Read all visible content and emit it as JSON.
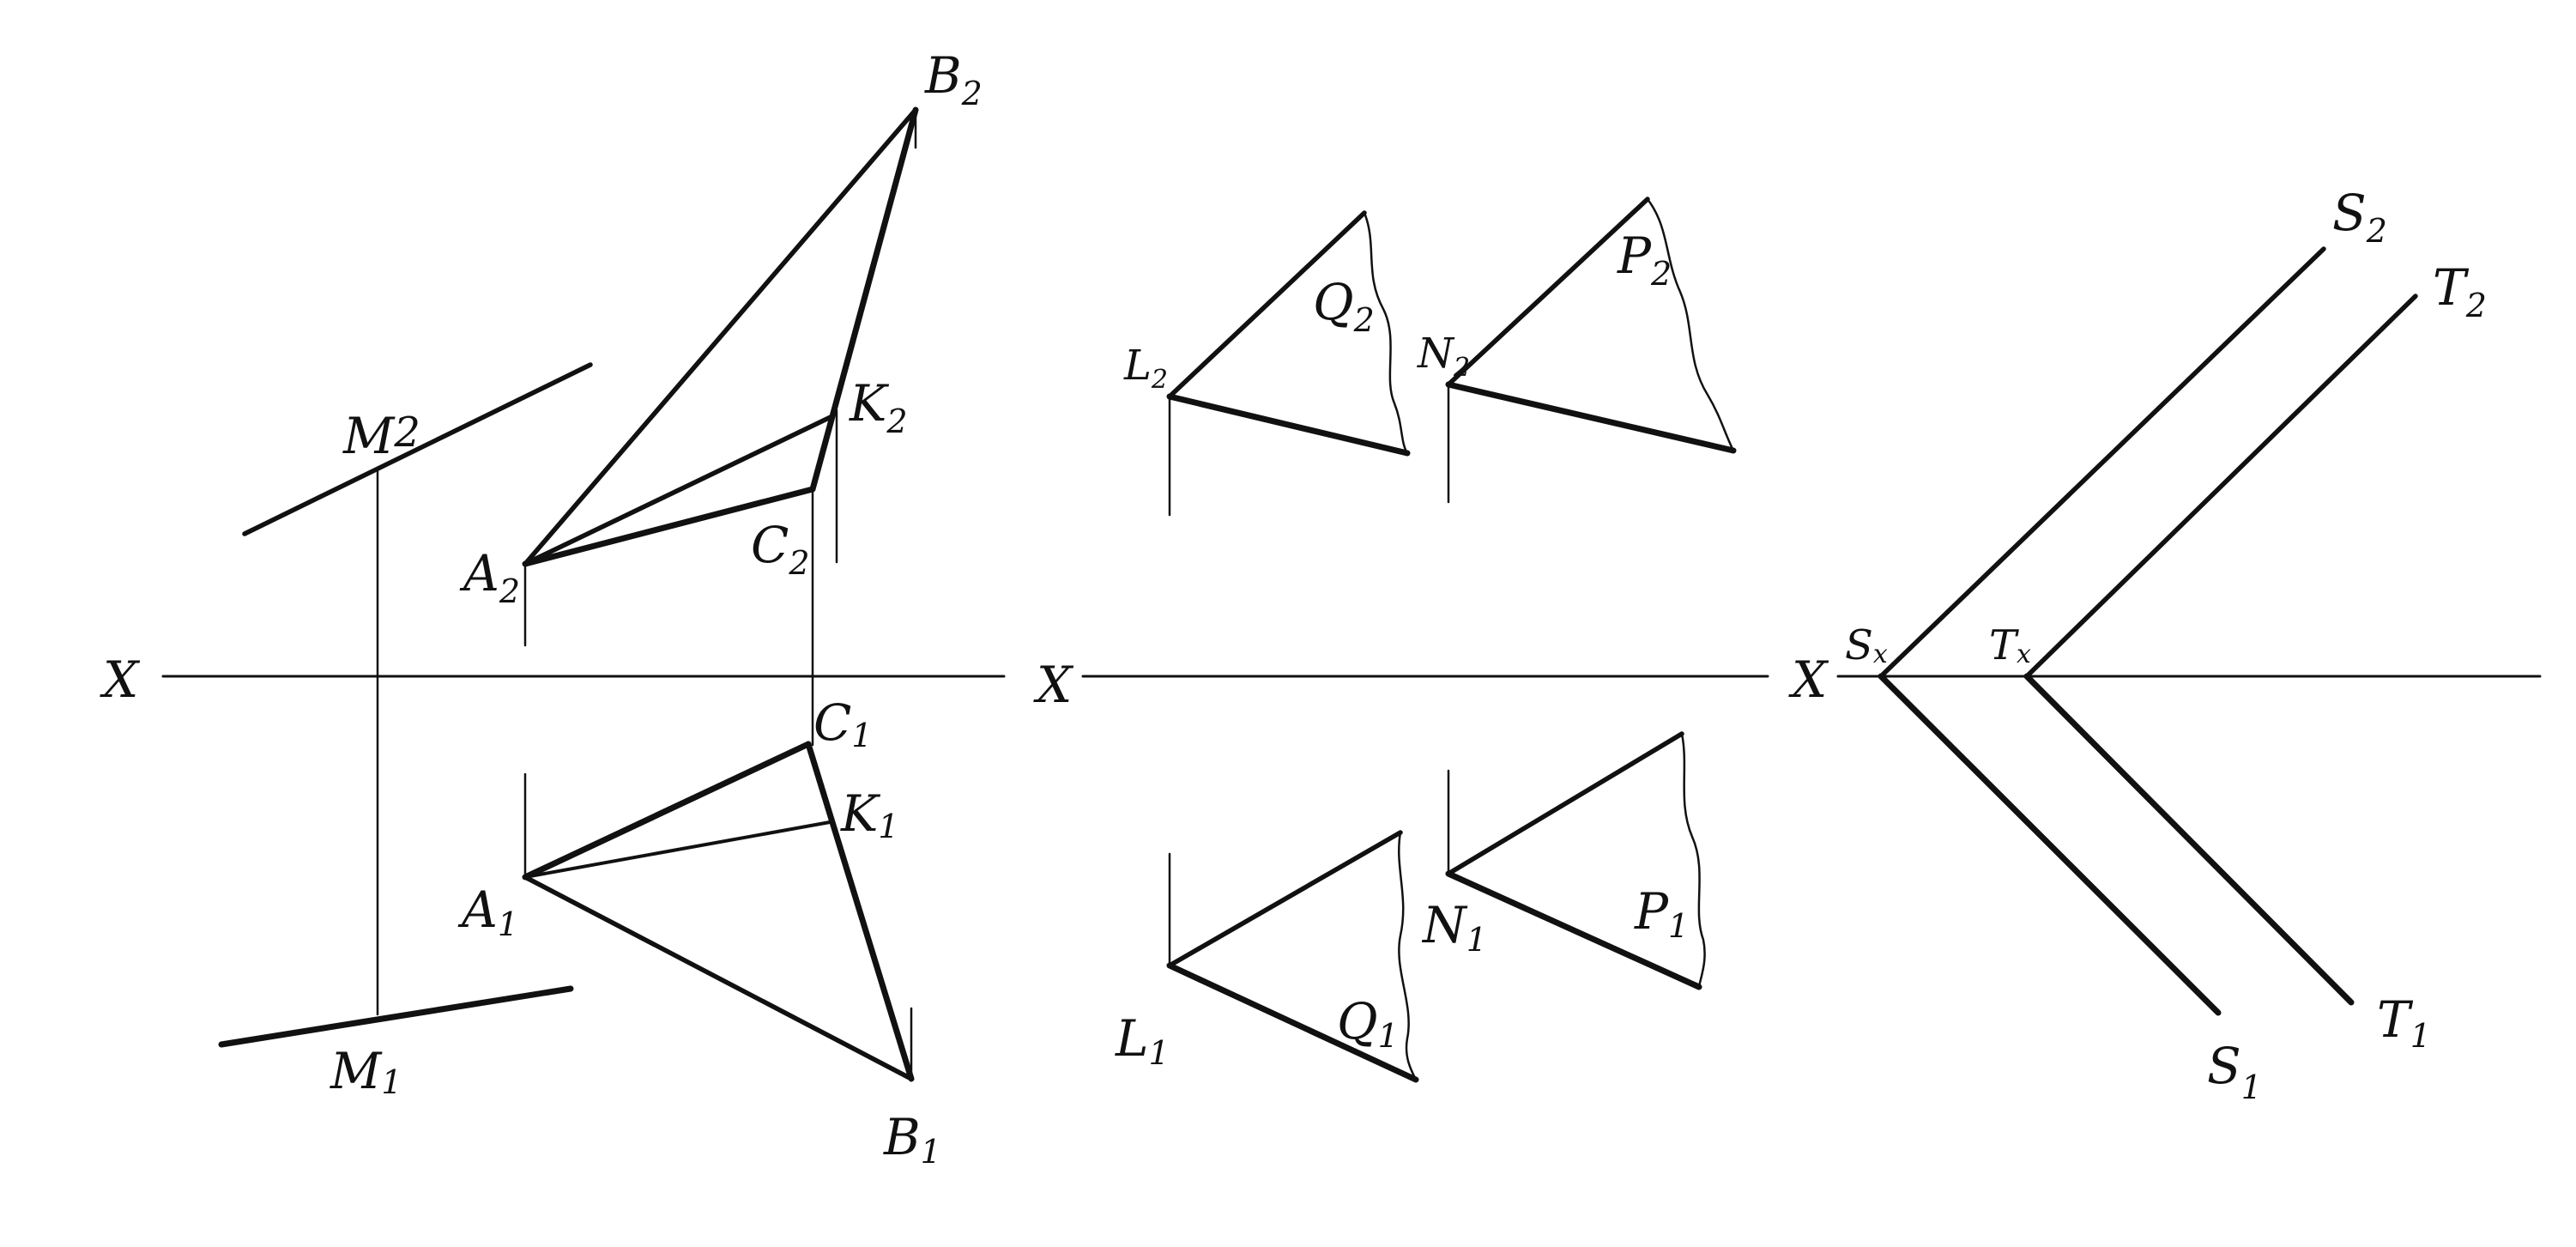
{
  "diagram_1": {
    "axis_label": "X",
    "line_m": {
      "front": {
        "letter": "M",
        "index": "2"
      },
      "top": {
        "letter": "M",
        "index": "1"
      }
    },
    "triangle": {
      "A2": {
        "letter": "A",
        "index": "2"
      },
      "B2": {
        "letter": "B",
        "index": "2"
      },
      "C2": {
        "letter": "C",
        "index": "2"
      },
      "K2": {
        "letter": "K",
        "index": "2"
      },
      "A1": {
        "letter": "A",
        "index": "1"
      },
      "B1": {
        "letter": "B",
        "index": "1"
      },
      "C1": {
        "letter": "C",
        "index": "1"
      },
      "K1": {
        "letter": "K",
        "index": "1"
      }
    }
  },
  "diagram_2": {
    "axis_label": "X",
    "plane_q": {
      "L2": {
        "letter": "L",
        "index": "2"
      },
      "Q2": {
        "letter": "Q",
        "index": "2"
      },
      "L1": {
        "letter": "L",
        "index": "1"
      },
      "Q1": {
        "letter": "Q",
        "index": "1"
      }
    },
    "plane_p": {
      "N2": {
        "letter": "N",
        "index": "2"
      },
      "P2": {
        "letter": "P",
        "index": "2"
      },
      "N1": {
        "letter": "N",
        "index": "1"
      },
      "P1": {
        "letter": "P",
        "index": "1"
      }
    }
  },
  "diagram_3": {
    "axis_label": "X",
    "plane_s": {
      "Sx": {
        "letter": "S",
        "index": "x"
      },
      "S2": {
        "letter": "S",
        "index": "2"
      },
      "S1": {
        "letter": "S",
        "index": "1"
      }
    },
    "plane_t": {
      "Tx": {
        "letter": "T",
        "index": "x"
      },
      "T2": {
        "letter": "T",
        "index": "2"
      },
      "T1": {
        "letter": "T",
        "index": "1"
      }
    }
  }
}
